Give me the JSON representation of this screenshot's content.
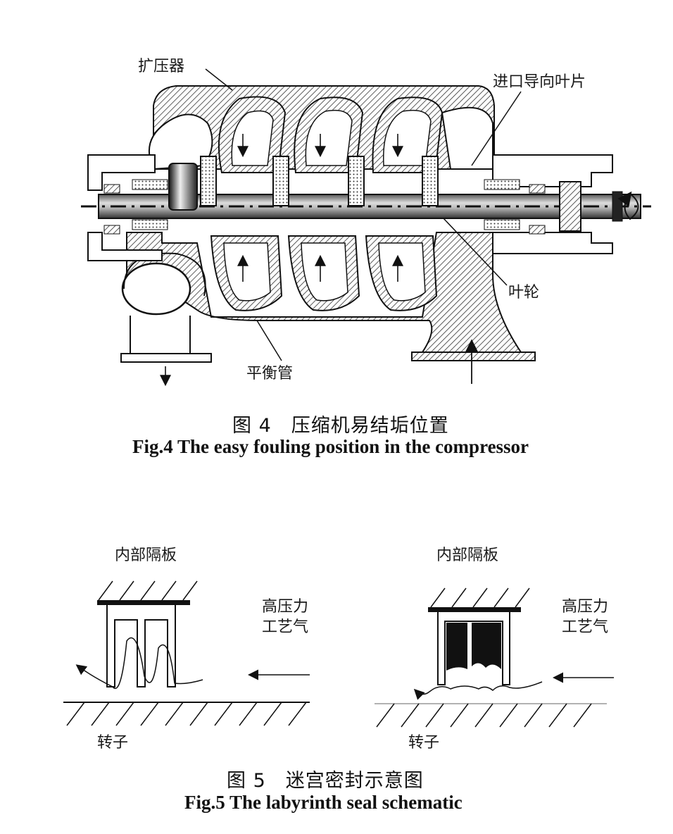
{
  "figure4": {
    "labels": {
      "diffuser": "扩压器",
      "inlet_guide_vane": "进口导向叶片",
      "impeller": "叶轮",
      "balance_pipe": "平衡管"
    },
    "caption_cn": "图 4　压缩机易结垢位置",
    "caption_en": "Fig.4 The easy fouling position in the compressor"
  },
  "figure5": {
    "left": {
      "partition": "内部隔板",
      "gas_line1": "高压力",
      "gas_line2": "工艺气",
      "rotor": "转子"
    },
    "right": {
      "partition": "内部隔板",
      "gas_line1": "高压力",
      "gas_line2": "工艺气",
      "rotor": "转子"
    },
    "caption_cn": "图 5　迷宫密封示意图",
    "caption_en": "Fig.5 The labyrinth seal schematic"
  }
}
